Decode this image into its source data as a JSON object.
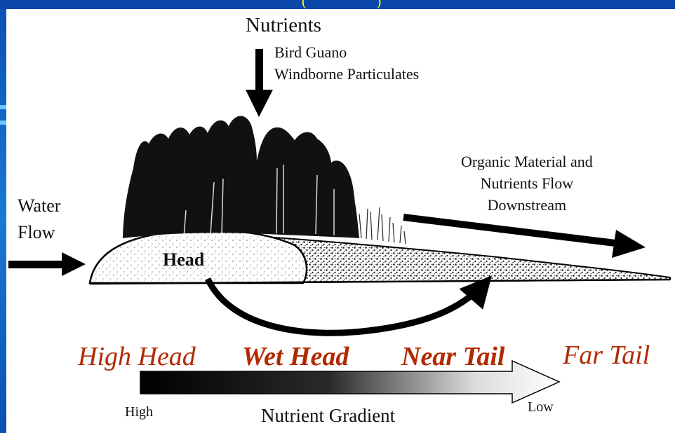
{
  "header": {
    "clipped_text": "(                    )"
  },
  "inputs": {
    "title": "Nutrients",
    "sources": [
      "Bird Guano",
      "Windborne Particulates"
    ]
  },
  "outputs": {
    "label": "Organic Material and\nNutrients Flow\nDownstream"
  },
  "flow": {
    "label": "Water\nFlow"
  },
  "island": {
    "head_label": "Head"
  },
  "zones": [
    "High Head",
    "Wet Head",
    "Near Tail",
    "Far Tail"
  ],
  "gradient": {
    "title": "Nutrient Gradient",
    "high_label": "High",
    "low_label": "Low"
  },
  "colors": {
    "zone_text": "#b02a00",
    "frame_blue": "#0b47a8",
    "header_text": "#ffff00"
  }
}
